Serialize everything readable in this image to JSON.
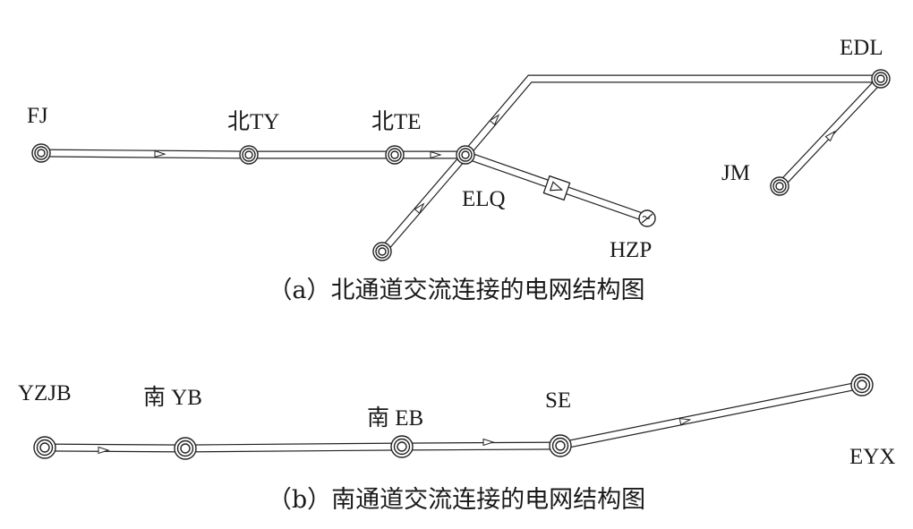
{
  "north": {
    "caption": "（a）北通道交流连接的电网结构图",
    "nodes": {
      "fj": "FJ",
      "bty": "北TY",
      "bte": "北TE",
      "elq": "ELQ",
      "edl": "EDL",
      "jm": "JM",
      "hzp": "HZP"
    }
  },
  "south": {
    "caption": "（b）南通道交流连接的电网结构图",
    "nodes": {
      "yzjb": "YZJB",
      "nyb": "南 YB",
      "neb": "南 EB",
      "se": "SE",
      "eyx": "EYX"
    }
  },
  "icons": {
    "node": "substation-node-icon",
    "hzp": "converter-station-icon",
    "flow": "flow-direction-arrow-icon",
    "transformer": "transformer-box-icon"
  },
  "colors": {
    "line": "#222222",
    "background": "#ffffff"
  }
}
